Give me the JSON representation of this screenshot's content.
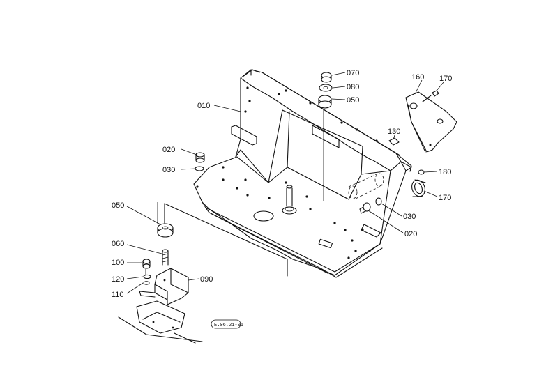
{
  "labels": {
    "p010": "010",
    "p020a": "020",
    "p030a": "030",
    "p070": "070",
    "p080": "080",
    "p050a": "050",
    "p160": "160",
    "p170a": "170",
    "p130": "130",
    "p180": "180",
    "p170b": "170",
    "p030b": "030",
    "p020b": "020",
    "p050b": "050",
    "p060": "060",
    "p100": "100",
    "p120": "120",
    "p110": "110",
    "p090": "090"
  },
  "stamp": "E.06.21-01"
}
